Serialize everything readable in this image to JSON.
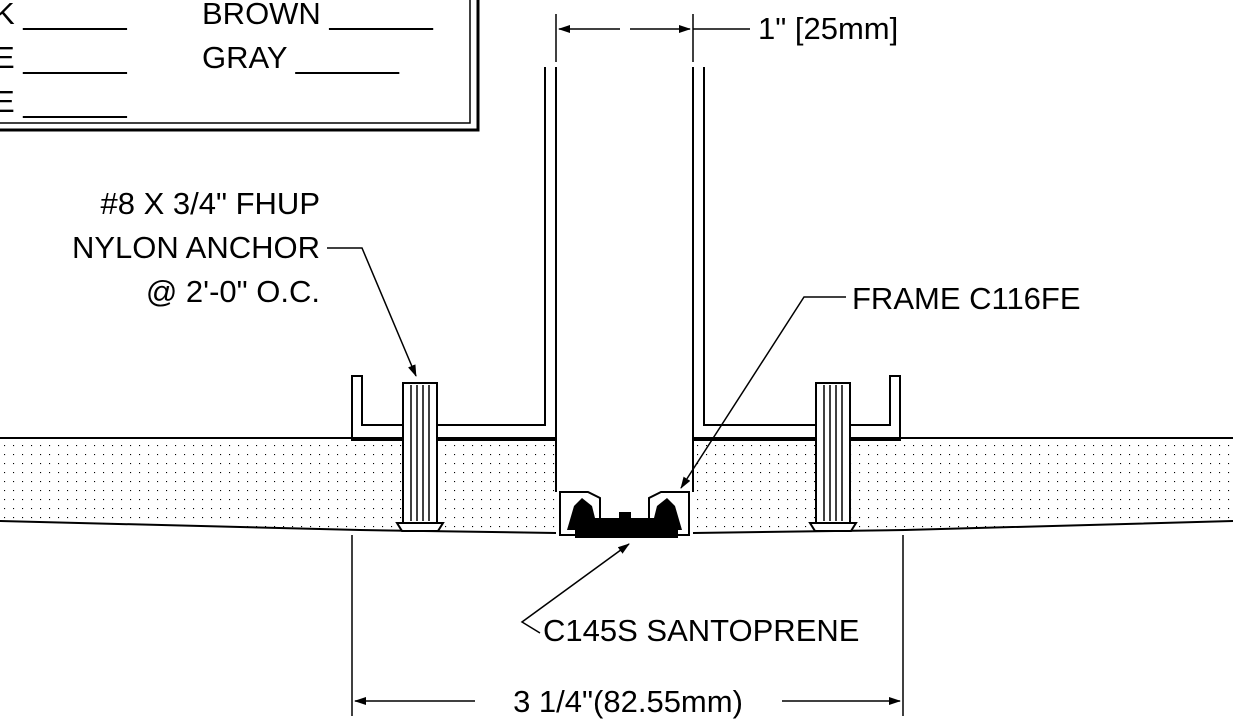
{
  "legend": {
    "items": [
      {
        "label": "K ______"
      },
      {
        "label": "BROWN ______"
      },
      {
        "label": "E ______"
      },
      {
        "label": "GRAY ______"
      },
      {
        "label": "E ______"
      }
    ]
  },
  "callouts": {
    "top_gap": "1\" [25mm]",
    "anchor_line1": "#8 X 3/4\" FHUP",
    "anchor_line2": "NYLON ANCHOR",
    "anchor_line3": "@ 2'-0\" O.C.",
    "frame": "FRAME C116FE",
    "seal": "C145S SANTOPRENE",
    "bottom_width": "3 1/4\"(82.55mm)"
  },
  "colors": {
    "ink": "#000000",
    "background": "#ffffff"
  }
}
